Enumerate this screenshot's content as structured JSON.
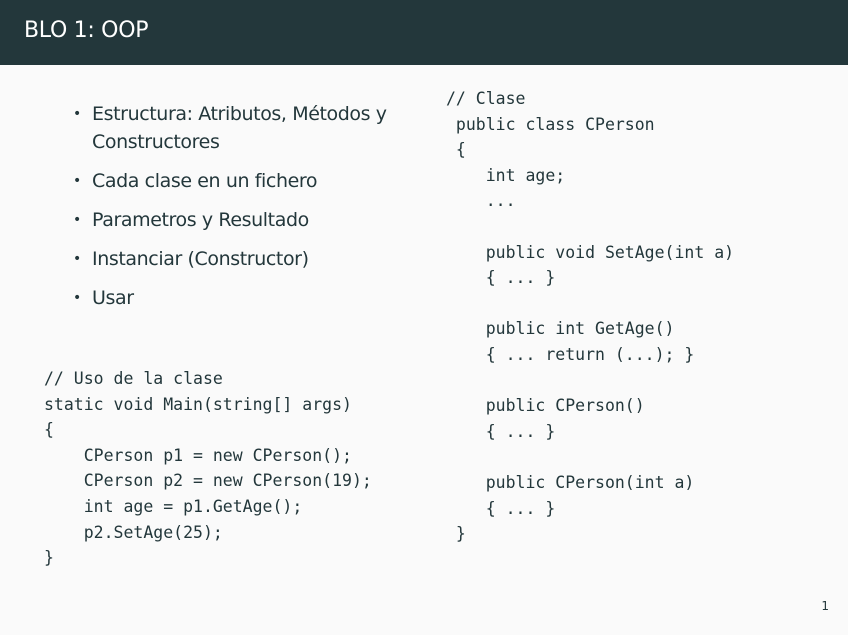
{
  "header": {
    "title": "BLO 1: OOP"
  },
  "bullets": [
    {
      "text": "Estructura: Atributos, Métodos y Constructores"
    },
    {
      "text": "Cada clase en un fichero"
    },
    {
      "text": "Parametros y Resultado"
    },
    {
      "text": "Instanciar (Constructor)"
    },
    {
      "text": "Usar"
    }
  ],
  "bullet_marker": "•",
  "code_left": "// Uso de la clase\nstatic void Main(string[] args)\n{\n    CPerson p1 = new CPerson();\n    CPerson p2 = new CPerson(19);\n    int age = p1.GetAge();\n    p2.SetAge(25);\n}",
  "code_right": "// Clase\n public class CPerson\n {\n    int age;\n    ...\n\n    public void SetAge(int a)\n    { ... }\n\n    public int GetAge()\n    { ... return (...); }\n\n    public CPerson()\n    { ... }\n\n    public CPerson(int a)\n    { ... }\n }",
  "footer": {
    "page_number": "1"
  }
}
